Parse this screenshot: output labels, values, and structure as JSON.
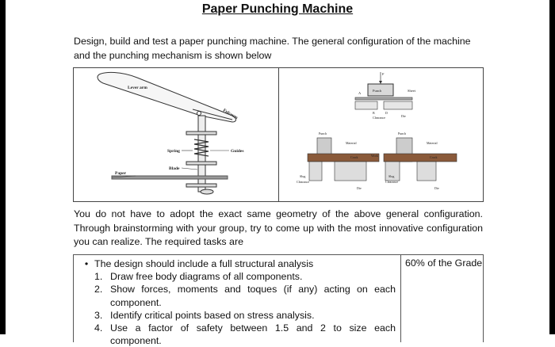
{
  "title": "Paper Punching Machine",
  "intro": "Design, build and test a paper punching machine. The general configuration of the machine and the punching mechanism is shown below",
  "figure_left": {
    "lever_arm": "Lever arm",
    "fulcrum": "Fulcrum",
    "spring": "Spring",
    "guides": "Guides",
    "blade": "Blade",
    "paper": "Paper"
  },
  "figure_right": {
    "top": {
      "a": "A",
      "punch": "Punch",
      "sheet": "Sheet",
      "b": "B",
      "d": "D",
      "clearance": "Clearance",
      "die": "Die",
      "f": "F"
    },
    "left": {
      "punch": "Punch",
      "material": "Material",
      "crack": "Crack",
      "work": "Work",
      "slug": "Slug",
      "clearance": "Clearance",
      "die": "Die"
    },
    "right": {
      "punch": "Punch",
      "material": "Material",
      "crack": "Crack",
      "slug": "Slug",
      "clearance": "Clearance",
      "die": "Die"
    }
  },
  "paragraph2": "You do not have to adopt the exact same geometry of the above general configuration. Through brainstorming with your group, try to come up with the most innovative configuration you can realize. The required tasks are",
  "tasks": {
    "bullet_symbol": "•",
    "bullet": "The design should include a full structural analysis",
    "items": [
      {
        "num": "1.",
        "text": "Draw free body diagrams of all components."
      },
      {
        "num": "2.",
        "text": "Show forces, moments and toques (if any) acting on each component."
      },
      {
        "num": "3.",
        "text": "Identify critical points based on stress analysis."
      },
      {
        "num": "4.",
        "text": "Use a factor of safety between 1.5 and 2 to size each component."
      }
    ],
    "grade": "60% of the Grade"
  }
}
